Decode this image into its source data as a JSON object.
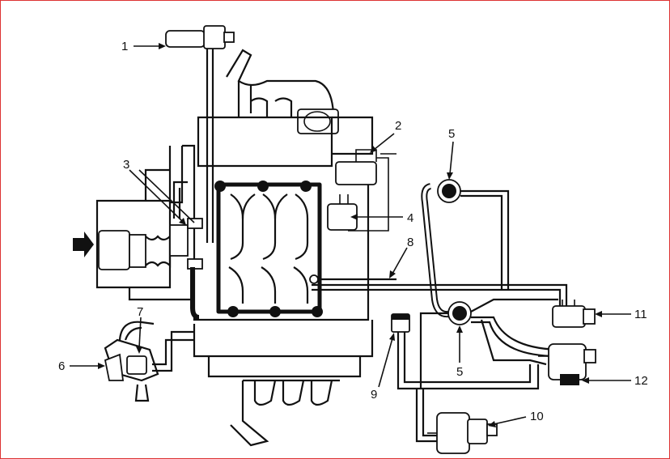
{
  "labels": {
    "l1": "1",
    "l2": "2",
    "l3": "3",
    "l4": "4",
    "l5a": "5",
    "l5b": "5",
    "l6": "6",
    "l7": "7",
    "l8": "8",
    "l9": "9",
    "l10": "10",
    "l11": "11",
    "l12": "12"
  }
}
